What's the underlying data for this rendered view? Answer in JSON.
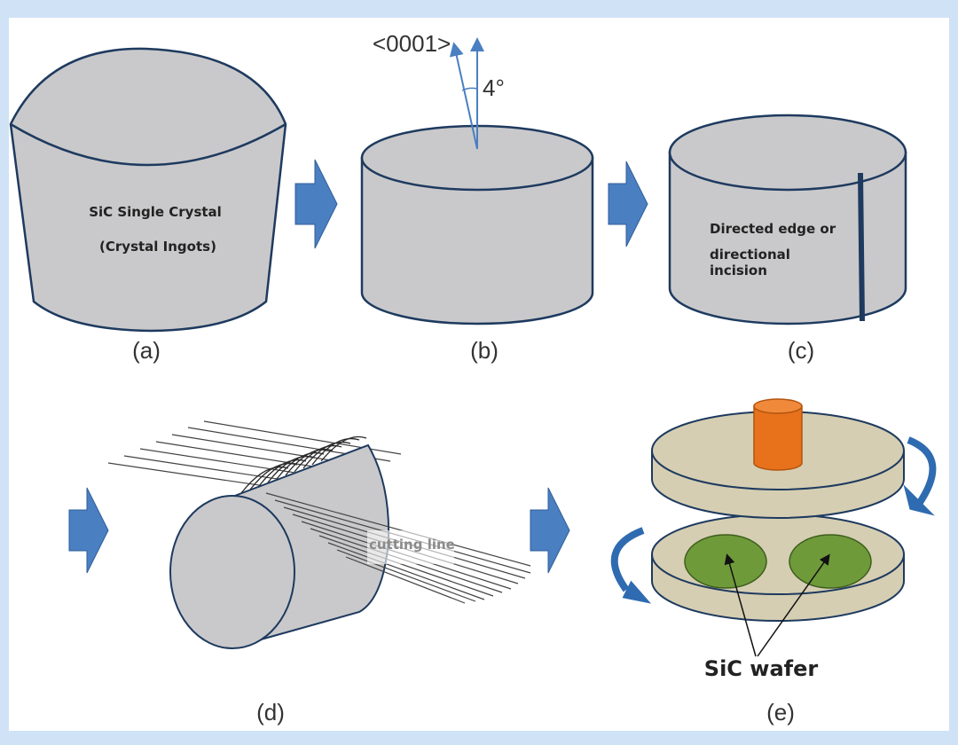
{
  "steps": {
    "a": {
      "label": "(a)",
      "text_line1": "SiC Single Crystal",
      "text_line2": "(Crystal Ingots)"
    },
    "b": {
      "label": "(b)",
      "axis": "<0001>",
      "angle": "4°"
    },
    "c": {
      "label": "(c)",
      "text_line1": "Directed edge or",
      "text_line2": "directional",
      "text_line3": "incision"
    },
    "d": {
      "label": "(d)",
      "text": "cutting line"
    },
    "e": {
      "label": "(e)",
      "text": "SiC wafer"
    }
  },
  "colors": {
    "ingot": "#c9c9cb",
    "outline": "#1e3a5f",
    "arrow": "#4a7fc1",
    "disk": "#d5ceb2",
    "shaft": "#e8711c",
    "wafer": "#6f9a3a",
    "background": "#cfe2f6"
  }
}
